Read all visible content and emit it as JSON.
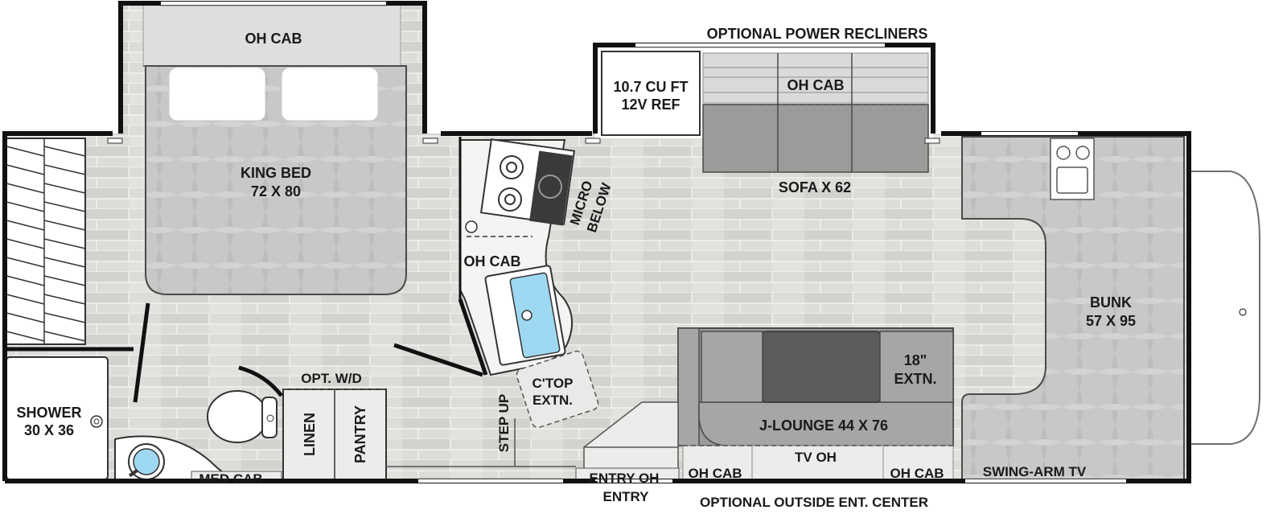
{
  "floorplan": {
    "labels": {
      "oh_cab_bedroom": "OH CAB",
      "king_bed_title": "KING BED",
      "king_bed_size": "72 X 80",
      "optional_power_recliners": "OPTIONAL POWER RECLINERS",
      "ref_line1": "10.7 CU FT",
      "ref_line2": "12V REF",
      "oh_cab_sofa": "OH CAB",
      "sofa": "SOFA X 62",
      "micro_line1": "MICRO",
      "micro_line2": "BELOW",
      "oh_cab_kitchen": "OH CAB",
      "bunk_title": "BUNK",
      "bunk_size": "57 X 95",
      "extn_line1": "18\"",
      "extn_line2": "EXTN.",
      "j_lounge": "J-LOUNGE 44 X 76",
      "ctop_line1": "C'TOP",
      "ctop_line2": "EXTN.",
      "opt_wd": "OPT. W/D",
      "shower_title": "SHOWER",
      "shower_size": "30 X 36",
      "linen": "LINEN",
      "pantry": "PANTRY",
      "step_up": "STEP UP",
      "tv_oh": "TV OH",
      "oh_cab_left": "OH CAB",
      "oh_cab_right": "OH CAB",
      "swing_arm_tv": "SWING-ARM TV",
      "med_cab": "MED CAB",
      "entry_oh": "ENTRY OH",
      "entry": "ENTRY",
      "outside_ent_center": "OPTIONAL OUTSIDE ENT. CENTER"
    }
  }
}
